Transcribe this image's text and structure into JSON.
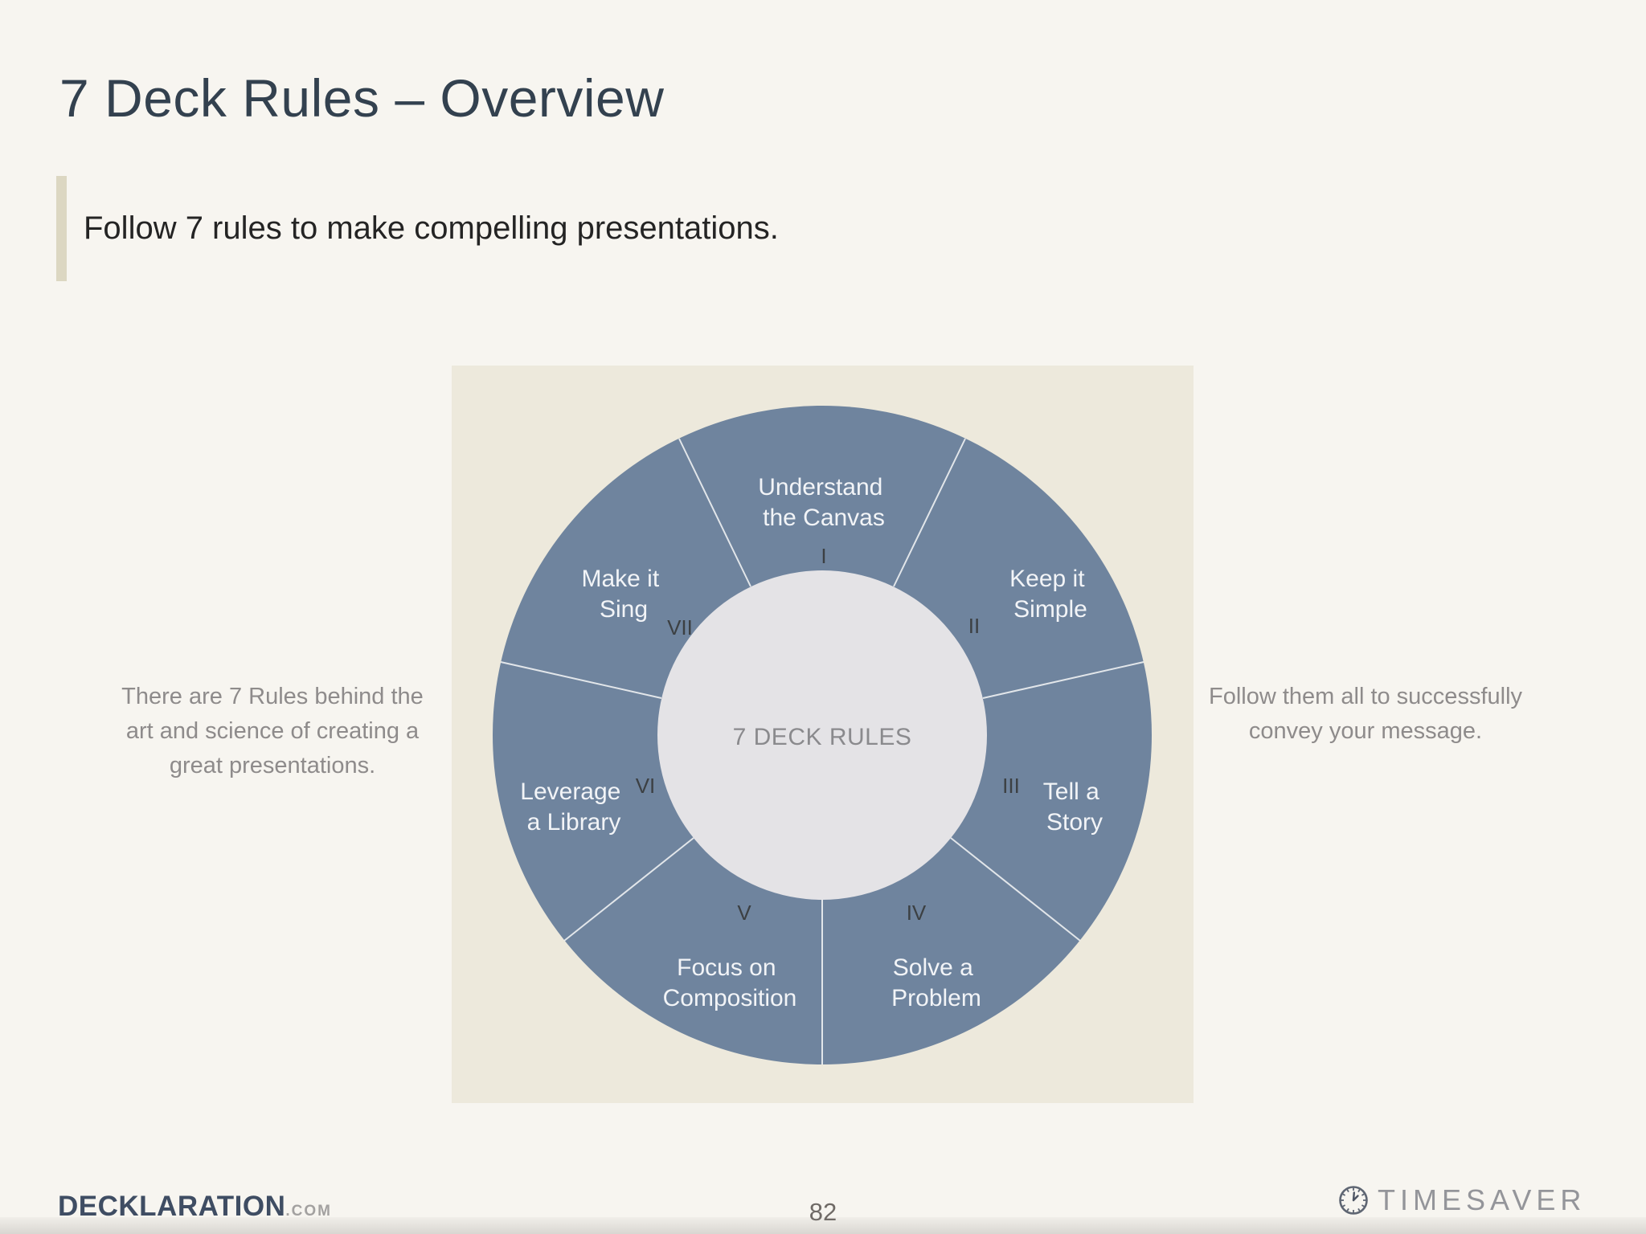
{
  "slide": {
    "title": "7 Deck Rules – Overview",
    "quote": "Follow 7 rules to make compelling presentations.",
    "left_note": "There are 7 Rules behind the art and science of creating a great presentations.",
    "right_note": "Follow them all to successfully convey your message.",
    "page_number": "82"
  },
  "wheel": {
    "center_label": "7 DECK RULES",
    "segments": [
      {
        "numeral": "I",
        "line1": "Understand",
        "line2": "the Canvas"
      },
      {
        "numeral": "II",
        "line1": "Keep it",
        "line2": "Simple"
      },
      {
        "numeral": "III",
        "line1": "Tell a",
        "line2": "Story"
      },
      {
        "numeral": "IV",
        "line1": "Solve a",
        "line2": "Problem"
      },
      {
        "numeral": "V",
        "line1": "Focus on",
        "line2": "Composition"
      },
      {
        "numeral": "VI",
        "line1": "Leverage",
        "line2": "a Library"
      },
      {
        "numeral": "VII",
        "line1": "Make it",
        "line2": "Sing"
      }
    ]
  },
  "footer": {
    "brand": "DECKLARATION",
    "brand_suffix": ".COM",
    "logo_right": "TIMESAVER"
  },
  "colors": {
    "background": "#f7f5f0",
    "panel": "#ede9dc",
    "donut": "#6f849e",
    "inner_circle": "#e4e3e6",
    "title": "#33414f",
    "accent_bar": "#dcd7c2",
    "muted_text": "#8e8b8b"
  }
}
